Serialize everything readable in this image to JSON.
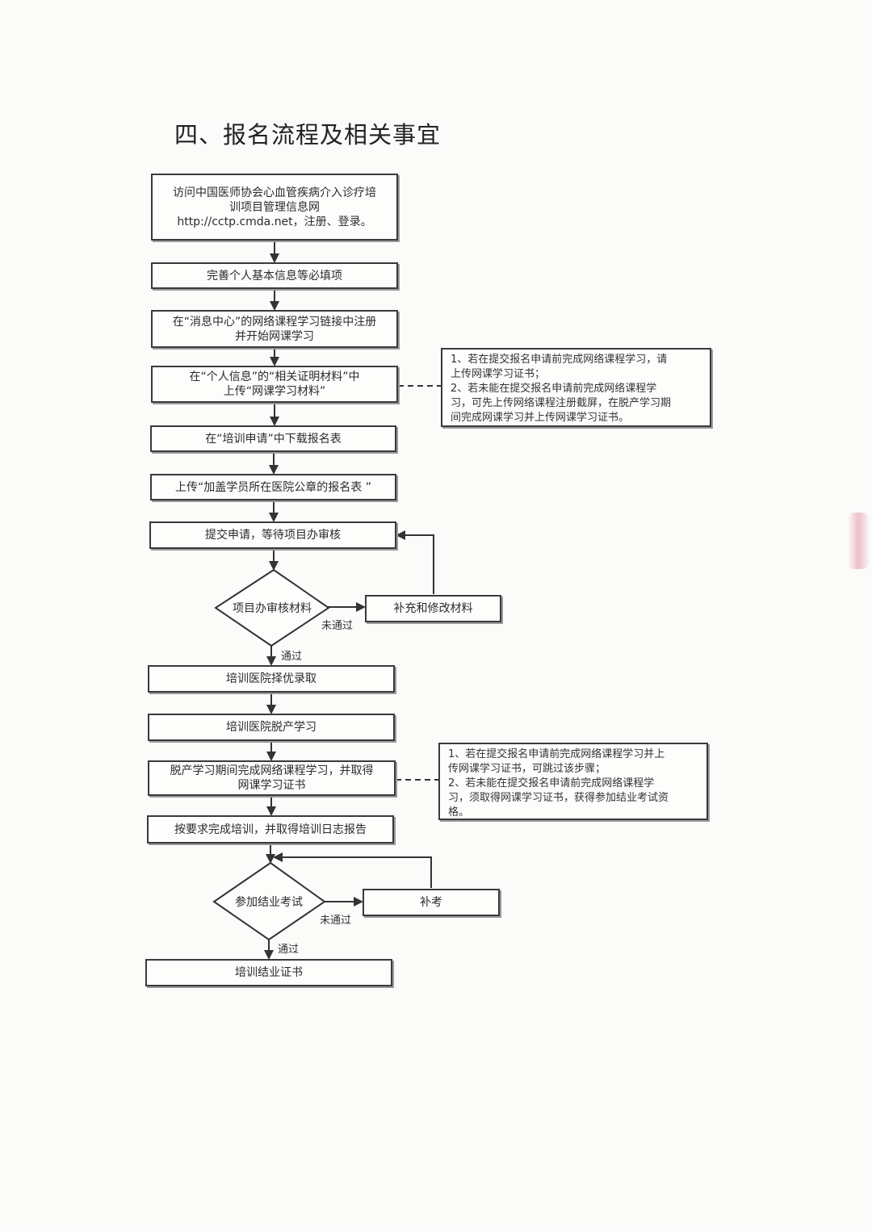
{
  "title": "四、报名流程及相关事宜",
  "steps": {
    "s1": [
      "访问中国医师协会心血管疾病介入诊疗培",
      "训项目管理信息网",
      "http://cctp.cmda.net，注册、登录。"
    ],
    "s2": "完善个人基本信息等必填项",
    "s3": [
      "在“消息中心”的网络课程学习链接中注册",
      "并开始网课学习"
    ],
    "s4": [
      "在“个人信息”的“相关证明材料”中",
      "上传“网课学习材料”"
    ],
    "s5": "在“培训申请”中下载报名表",
    "s6": "上传“加盖学员所在医院公章的报名表 ”",
    "s7": "提交申请，等待项目办审核",
    "d1": "项目办审核材料",
    "fix": "补充和修改材料",
    "s8": "培训医院择优录取",
    "s9": "培训医院脱产学习",
    "s10": [
      "脱产学习期间完成网络课程学习，并取得",
      "网课学习证书"
    ],
    "s11": "按要求完成培训，并取得培训日志报告",
    "d2": "参加结业考试",
    "retake": "补考",
    "s12": "培训结业证书"
  },
  "edge_labels": {
    "fail1": "未通过",
    "pass1": "通过",
    "fail2": "未通过",
    "pass2": "通过"
  },
  "notes": {
    "note1": [
      "1、若在提交报名申请前完成网络课程学习，请",
      "上传网课学习证书；",
      "2、若未能在提交报名申请前完成网络课程学",
      "习，可先上传网络课程注册截屏，在脱产学习期",
      "间完成网课学习并上传网课学习证书。"
    ],
    "note2": [
      "1、若在提交报名申请前完成网络课程学习并上",
      "传网课学习证书，可跳过该步骤；",
      "2、若未能在提交报名申请前完成网络课程学",
      "习，须取得网课学习证书，获得参加结业考试资",
      "格。"
    ]
  }
}
